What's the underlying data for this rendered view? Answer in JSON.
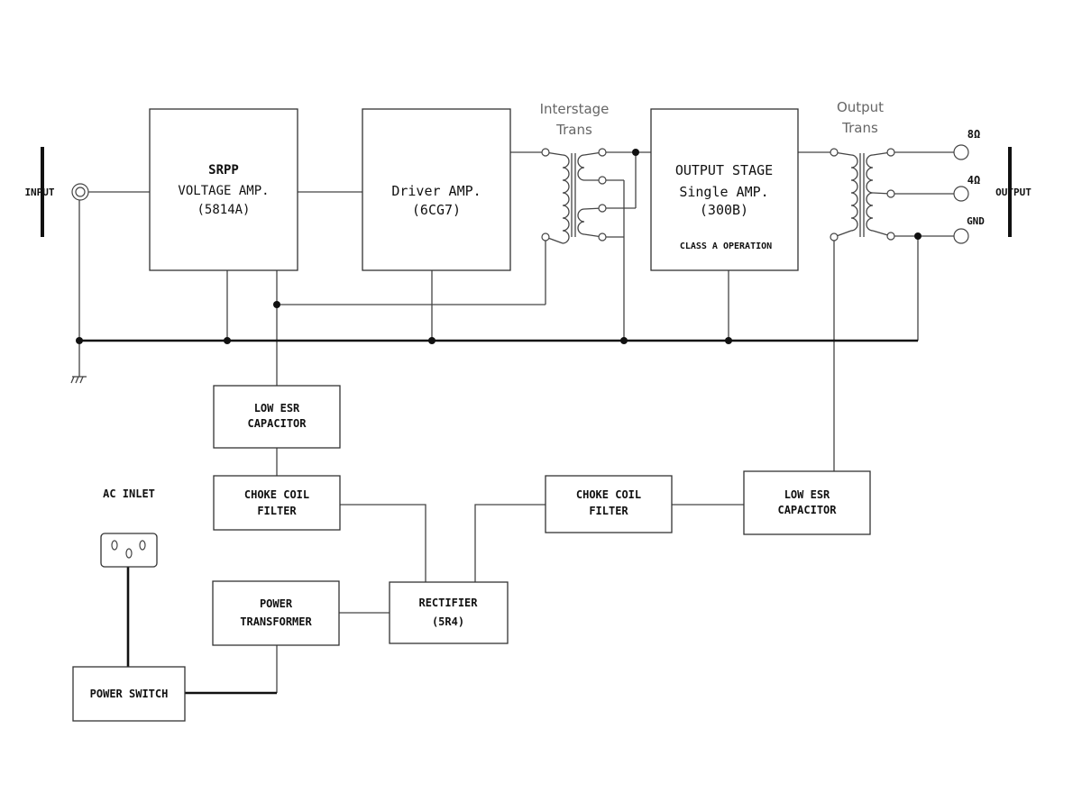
{
  "blocks": {
    "srpp": {
      "line1": "SRPP",
      "line2": "VOLTAGE AMP.",
      "line3": "(5814A)"
    },
    "driver": {
      "line1": "Driver AMP.",
      "line2": "(6CG7)"
    },
    "output_stage": {
      "line1": "OUTPUT STAGE",
      "line2": "Single AMP.",
      "line3": "(300B)",
      "line4": "CLASS A OPERATION"
    },
    "low_esr_left": {
      "line1": "LOW ESR",
      "line2": "CAPACITOR"
    },
    "choke_left": {
      "line1": "CHOKE COIL",
      "line2": "FILTER"
    },
    "choke_right": {
      "line1": "CHOKE COIL",
      "line2": "FILTER"
    },
    "low_esr_right": {
      "line1": "LOW ESR",
      "line2": "CAPACITOR"
    },
    "power_transformer": {
      "line1": "POWER",
      "line2": "TRANSFORMER"
    },
    "rectifier": {
      "line1": "RECTIFIER",
      "line2": "(5R4)"
    },
    "power_switch": {
      "line1": "POWER SWITCH"
    }
  },
  "labels": {
    "input": "INPUT",
    "output": "OUTPUT",
    "interstage_line1": "Interstage",
    "interstage_line2": "Trans",
    "output_trans_line1": "Output",
    "output_trans_line2": "Trans",
    "tap_8": "8Ω",
    "tap_4": "4Ω",
    "tap_gnd": "GND",
    "ac_inlet": "AC INLET"
  }
}
